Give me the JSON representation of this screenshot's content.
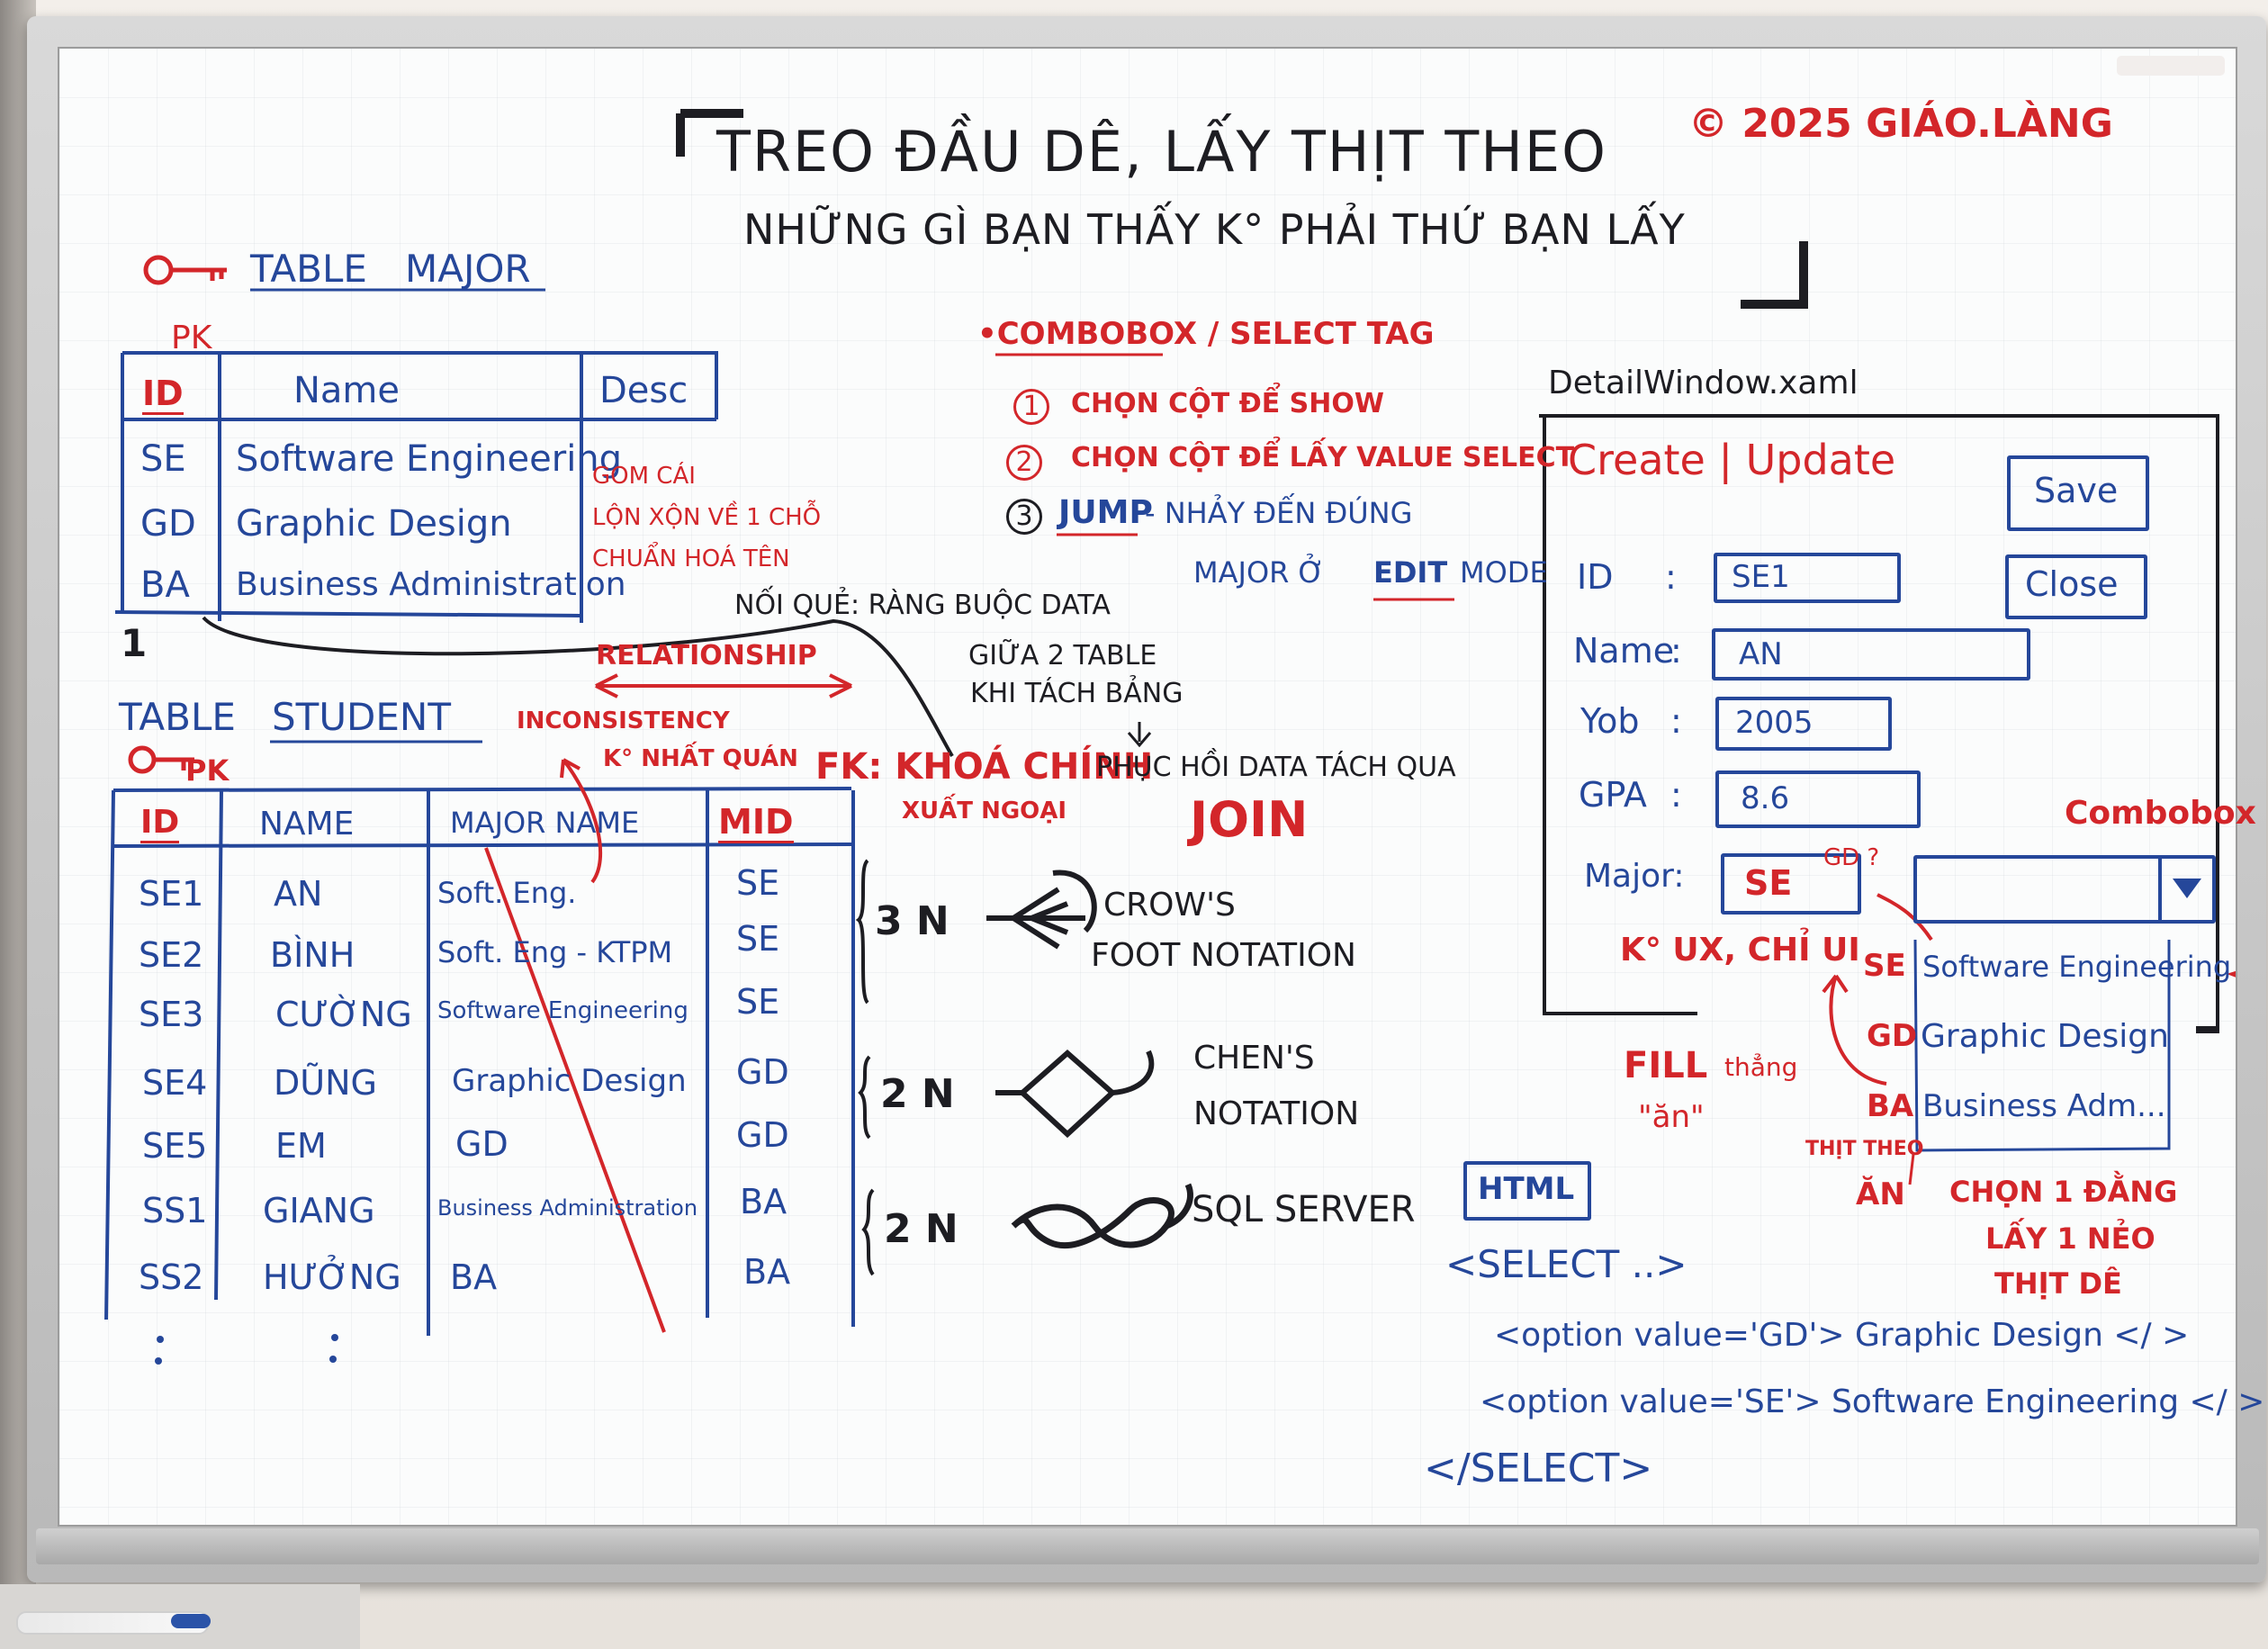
{
  "header": {
    "title_line1": "TREO ĐẦU DÊ, LẤY THỊT THEO",
    "title_line2": "NHỮNG GÌ BẠN THẤY K° PHẢI THỨ BẠN LẤY",
    "copyright": "© 2025 GIÁO.LÀNG"
  },
  "table_major": {
    "title_prefix": "TABLE",
    "title_name": "MAJOR",
    "pk_label": "PK",
    "headers": [
      "ID",
      "Name",
      "Desc"
    ],
    "rows": [
      [
        "SE",
        "Software Engineering"
      ],
      [
        "GD",
        "Graphic Design"
      ],
      [
        "BA",
        "Business Administration"
      ]
    ],
    "side_note": [
      "GOM CÁI",
      "LỘN XỘN VỀ 1 CHỖ",
      "CHUẨN HOÁ TÊN"
    ],
    "one_label": "1"
  },
  "relationship": {
    "noi_que": "NỐI QUẺ: RÀNG BUỘC DATA",
    "giua": "GIỮA 2 TABLE",
    "khi_tach": "KHI TÁCH BẢNG",
    "relationship_label": "RELATIONSHIP",
    "inconsistency": "INCONSISTENCY",
    "ko_nhat_quan": "K° NHẤT QUÁN",
    "fk": "FK: KHOÁ CHÍNH",
    "xuat_ngoai": "XUẤT NGOẠI",
    "phuc_hoi": "PHỤC HỒI DATA TÁCH QUA",
    "join": "JOIN"
  },
  "table_student": {
    "title_prefix": "TABLE",
    "title_name": "STUDENT",
    "pk_label": "PK",
    "headers": [
      "ID",
      "NAME",
      "MAJOR NAME",
      "MID"
    ],
    "rows": [
      [
        "SE1",
        "AN",
        "Soft. Eng.",
        "SE"
      ],
      [
        "SE2",
        "BÌNH",
        "Soft. Eng - KTPM",
        "SE"
      ],
      [
        "SE3",
        "CƯỜNG",
        "Software Engineering",
        "SE"
      ],
      [
        "SE4",
        "DŨNG",
        "Graphic Design",
        "GD"
      ],
      [
        "SE5",
        "EM",
        "GD",
        "GD"
      ],
      [
        "SS1",
        "GIANG",
        "Business Administration",
        "BA"
      ],
      [
        "SS2",
        "HƯỞNG",
        "BA",
        "BA"
      ]
    ]
  },
  "notations": [
    {
      "ratio": "3 N",
      "name_line1": "CROW'S",
      "name_line2": "FOOT NOTATION"
    },
    {
      "ratio": "2 N",
      "name_line1": "CHEN'S",
      "name_line2": "NOTATION"
    },
    {
      "ratio": "2 N",
      "name_line1": "SQL SERVER",
      "name_line2": ""
    }
  ],
  "combobox_notes": {
    "title": "•COMBOBOX / SELECT TAG",
    "steps": [
      {
        "num": "1",
        "text": "CHỌN CỘT ĐỂ SHOW"
      },
      {
        "num": "2",
        "text": "CHỌN CỘT ĐỂ LẤY VALUE SELECT"
      },
      {
        "num": "3",
        "text_a": "JUMP",
        "text_b": "- NHẢY ĐẾN ĐÚNG"
      }
    ],
    "step3_line2_a": "MAJOR Ở",
    "step3_line2_b": "EDIT",
    "step3_line2_c": "MODE"
  },
  "detail_window": {
    "file_name": "DetailWindow.xaml",
    "heading": "Create | Update",
    "save_label": "Save",
    "close_label": "Close",
    "fields": [
      {
        "label": "ID",
        "value": "SE1"
      },
      {
        "label": "Name",
        "value": "AN"
      },
      {
        "label": "Yob",
        "value": "2005"
      },
      {
        "label": "GPA",
        "value": "8.6"
      }
    ],
    "major_label": "Major:",
    "major_value": "SE",
    "major_note": "GD ?",
    "combobox_label": "Combobox",
    "options": [
      {
        "code": "SE",
        "text": "Software Engineering"
      },
      {
        "code": "GD",
        "text": "Graphic Design"
      },
      {
        "code": "BA",
        "text": "Business Adm..."
      }
    ],
    "ux_note": "K° UX, CHỈ UI",
    "fill_a": "FILL",
    "fill_b": "thẳng",
    "an_quoted": "\"ăn\"",
    "thit_theo": "THỊT THEO",
    "an": "ĂN",
    "chon_lines": [
      "CHỌN 1 ĐẰNG",
      "LẤY 1 NẺO",
      "THỊT DÊ"
    ]
  },
  "html_section": {
    "tag": "HTML",
    "lines": [
      "<SELECT ..>",
      "<option value='GD'> Graphic Design </ >",
      "<option value='SE'> Software Engineering </ >",
      "</SELECT>"
    ]
  },
  "colors": {
    "blue": "#25479a",
    "red": "#d3262a",
    "black": "#1d1d22"
  }
}
